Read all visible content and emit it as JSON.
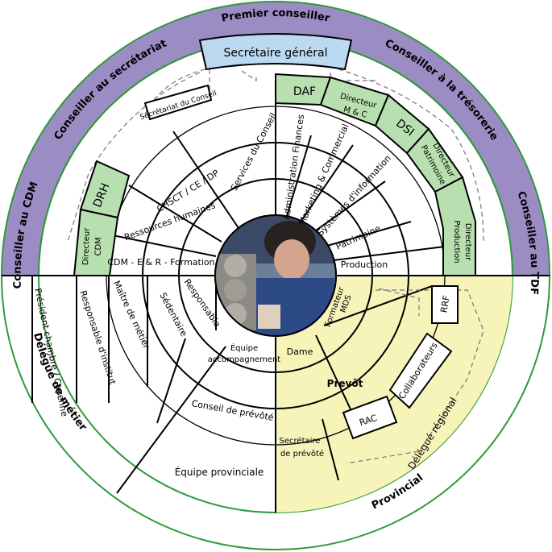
{
  "colors": {
    "ring_purple": "#9b8cc4",
    "green": "#2f9a3a",
    "green_fill": "#b7dfb0",
    "blue_fill": "#bcd9f2",
    "yellow_fill": "#f7f4b9",
    "photo_bg": "#6a7f9a"
  },
  "outer_ring": {
    "top": "Premier conseiller",
    "left_upper": "Conseiller au secrétariat",
    "left": "Conseiller au CDM",
    "right_upper": "Conseiller à la trésorerie",
    "right": "Conseiller au TDF",
    "bottom_left": "Délégué de métier",
    "bottom_right": "Provincial",
    "bottom_right_yellow": "Délégué régional"
  },
  "header_box": "Secrétaire général",
  "left_boxes": {
    "secretariat": "Secrétariat du Conseil",
    "drh": "DRH",
    "dir_cdm_1": "Directeur",
    "dir_cdm_2": "CDM"
  },
  "right_boxes": {
    "daf": "DAF",
    "dir_mc_1": "Directeur",
    "dir_mc_2": "M & C",
    "dsi": "DSI",
    "dir_pat_1": "Directeur",
    "dir_pat_2": "Patrimoine",
    "dir_prod_1": "Directeur",
    "dir_prod_2": "Production"
  },
  "upper_sectors": {
    "services_conseil": "Services du Conseil",
    "chsct": "CHSCT / CE / DP",
    "rh": "Ressources humaines",
    "cdm_formation": "CDM - E & R - Formation",
    "admin_fin": "Administration Finances",
    "marketing": "Marketing & Commercial",
    "systemes": "Systèmes d'information",
    "patrimoine": "Patrimoine",
    "production": "Production"
  },
  "lower_left": {
    "president": "Président chambre / Cayenne",
    "responsable_institut": "Responsable d'institut",
    "maitre": "Maître de métier",
    "sedentaire": "Sédentaire",
    "responsable": "Responsable",
    "equipe_acc_1": "Équipe",
    "equipe_acc_2": "accompagnement",
    "conseil_prevote": "Conseil de prévôté",
    "equipe_prov": "Équipe provinciale"
  },
  "lower_right": {
    "formateur_1": "Formateur",
    "formateur_2": "MDS",
    "rrf": "RRF",
    "dame": "Dame",
    "prevot": "Prevôt",
    "collaborateurs": "Collaborateurs",
    "rac": "RAC",
    "secretaire_prev_1": "Secrétaire",
    "secretaire_prev_2": "de prévôté"
  }
}
